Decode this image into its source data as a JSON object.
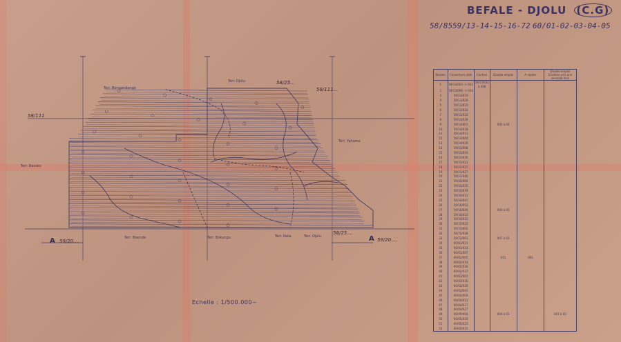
{
  "title": "BEFALE - DJOLU",
  "title_suffix": "(C.G)",
  "sheet_refs": {
    "left": "58/85",
    "middle": "59/13-14-15-16-72",
    "right": "60/01-02-03-04-05"
  },
  "scale_text": "Echelle : 1/500.000~",
  "grid_refs": {
    "top_mid": "58/25...",
    "top_right": "58/111...",
    "left": "58/111",
    "bottom_left": "59/20....",
    "bottom_mid": "58/25....",
    "bottom_right": "59/20...."
  },
  "point_letters": {
    "bottom_left": "A",
    "bottom_right": "A"
  },
  "territories": {
    "bongandanga": "Terr. Bongandanga",
    "djolu": "Terr. Djolu",
    "yahuma": "Terr. Yahuma",
    "basoko": "Terr. Basoko",
    "boende": "Terr. Boende",
    "ikela": "Terr. Ikela",
    "bokungu": "Terr. Bokungu",
    "djolu_south": "Terr. Djolu",
    "basoko_left": "Terr. Basoko"
  },
  "table": {
    "headers": [
      "Bandes",
      "Couverture utile",
      "Centres",
      "Double emploi",
      "A rejeter",
      "Double emploi (Centres pris une seconde fois)"
    ],
    "rows": [
      [
        "1",
        "59/13/023 -> 032",
        "59/13/031 à 038",
        "",
        "",
        ""
      ],
      [
        "2",
        "59/13/006 -> 016",
        "",
        "",
        "",
        ""
      ],
      [
        "3",
        "59/13/019",
        "",
        "",
        "",
        ""
      ],
      [
        "4",
        "59/13/020",
        "",
        "",
        "",
        ""
      ],
      [
        "5",
        "59/13/031",
        "",
        "",
        "",
        ""
      ],
      [
        "6",
        "59/13/024",
        "",
        "",
        "",
        ""
      ],
      [
        "7",
        "59/13/033",
        "",
        "",
        "",
        ""
      ],
      [
        "8",
        "59/14/028",
        "",
        "",
        "",
        ""
      ],
      [
        "9",
        "59/14/001",
        "",
        "045 à 04",
        "",
        ""
      ],
      [
        "10",
        "59/14/018",
        "",
        "",
        "",
        ""
      ],
      [
        "11",
        "59/14/011",
        "",
        "",
        "",
        ""
      ],
      [
        "12",
        "59/14/004",
        "",
        "",
        "",
        ""
      ],
      [
        "13",
        "59/14/039",
        "",
        "",
        "",
        ""
      ],
      [
        "14",
        "59/15/008",
        "",
        "",
        "",
        ""
      ],
      [
        "15",
        "59/15/016",
        "",
        "",
        "",
        ""
      ],
      [
        "16",
        "59/15/030",
        "",
        "",
        "",
        ""
      ],
      [
        "17",
        "59/15/021",
        "",
        "",
        "",
        ""
      ],
      [
        "18",
        "59/15/037",
        "",
        "",
        "",
        ""
      ],
      [
        "19",
        "59/15/027",
        "",
        "",
        "",
        ""
      ],
      [
        "20",
        "59/15/040",
        "",
        "",
        "",
        ""
      ],
      [
        "21",
        "59/16/004",
        "",
        "",
        "",
        ""
      ],
      [
        "22",
        "59/16/035",
        "",
        "",
        "",
        ""
      ],
      [
        "23",
        "59/16/019",
        "",
        "",
        "",
        ""
      ],
      [
        "24",
        "59/16/011",
        "",
        "",
        "",
        ""
      ],
      [
        "25",
        "59/16/047",
        "",
        "",
        "",
        ""
      ],
      [
        "26",
        "59/16/052",
        "",
        "",
        "",
        ""
      ],
      [
        "27",
        "59/16/040",
        "",
        "044 à 05",
        "",
        ""
      ],
      [
        "28",
        "59/16/013",
        "",
        "",
        "",
        ""
      ],
      [
        "29",
        "59/16/031",
        "",
        "",
        "",
        ""
      ],
      [
        "30",
        "59/72/022",
        "",
        "",
        "",
        ""
      ],
      [
        "31",
        "59/72/002",
        "",
        "",
        "",
        ""
      ],
      [
        "32",
        "59/72/028",
        "",
        "",
        "",
        ""
      ],
      [
        "33",
        "59/72/061",
        "",
        "047 à 03",
        "",
        ""
      ],
      [
        "34",
        "60/01/021",
        "",
        "",
        "",
        ""
      ],
      [
        "35",
        "60/01/014",
        "",
        "",
        "",
        ""
      ],
      [
        "36",
        "60/01/007",
        "",
        "",
        "",
        ""
      ],
      [
        "37",
        "60/02/005",
        "",
        "021",
        "003",
        ""
      ],
      [
        "38",
        "60/02/014",
        "",
        "",
        "",
        ""
      ],
      [
        "39",
        "60/02/026",
        "",
        "",
        "",
        ""
      ],
      [
        "40",
        "60/02/037",
        "",
        "",
        "",
        ""
      ],
      [
        "41",
        "60/03/002",
        "",
        "",
        "",
        ""
      ],
      [
        "42",
        "60/03/016",
        "",
        "",
        "",
        ""
      ],
      [
        "43",
        "60/03/029",
        "",
        "",
        "",
        ""
      ],
      [
        "44",
        "60/03/041",
        "",
        "",
        "",
        ""
      ],
      [
        "45",
        "60/04/004",
        "",
        "",
        "",
        ""
      ],
      [
        "46",
        "60/04/011",
        "",
        "",
        "",
        ""
      ],
      [
        "47",
        "60/04/017",
        "",
        "",
        "",
        ""
      ],
      [
        "48",
        "60/04/027",
        "",
        "",
        "",
        ""
      ],
      [
        "49",
        "60/05/004",
        "",
        "004 à 01",
        "",
        "047 à 05"
      ],
      [
        "50",
        "60/05/019",
        "",
        "",
        "",
        ""
      ],
      [
        "51",
        "60/05/023",
        "",
        "",
        "",
        ""
      ],
      [
        "52",
        "60/05/031",
        "",
        "",
        "",
        ""
      ]
    ]
  },
  "colors": {
    "paper": "#c79b86",
    "ink": "#3a3160",
    "fold": "#dc7864"
  }
}
